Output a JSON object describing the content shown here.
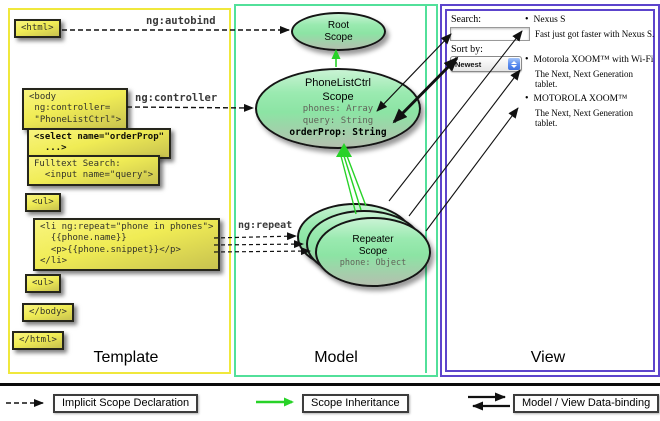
{
  "sections": {
    "template_label": "Template",
    "model_label": "Model",
    "view_label": "View"
  },
  "template_code": {
    "html_open": "<html>",
    "body_open": "<body\n ng:controller=\n \"PhoneListCtrl\">",
    "select": "<select name=\"orderProp\"\n  ...>",
    "fulltext": "Fulltext Search:\n  <input name=\"query\">",
    "ul_open": "<ul>",
    "li_repeat": "<li ng:repeat=\"phone in phones\">\n  {{phone.name}}\n  <p>{{phone.snippet}}</p>\n</li>",
    "ul_second": "<ul>",
    "body_close": "</body>",
    "html_close": "</html>"
  },
  "annotations": {
    "autobind": "ng:autobind",
    "controller": "ng:controller",
    "repeat": "ng:repeat"
  },
  "scopes": {
    "root": {
      "title": "Root\nScope"
    },
    "phonelist": {
      "title": "PhoneListCtrl\nScope",
      "prop1": "phones: Array",
      "prop2": "query: String",
      "prop3": "orderProp: String"
    },
    "repeater": {
      "title": "Repeater\nScope",
      "prop": "phone: Object"
    }
  },
  "view": {
    "search_label": "Search:",
    "search_value": "",
    "sort_label": "Sort by:",
    "sort_value": "Newest",
    "items": [
      {
        "title": "Nexus S",
        "desc": "Fast just got faster with Nexus S."
      },
      {
        "title": "Motorola XOOM™ with Wi-Fi",
        "desc": "The Next, Next Generation tablet."
      },
      {
        "title": "MOTOROLA XOOM™",
        "desc": "The Next, Next Generation tablet."
      }
    ]
  },
  "legend": {
    "implicit": "Implicit Scope Declaration",
    "inheritance": "Scope Inheritance",
    "databinding": "Model / View Data-binding"
  },
  "colors": {
    "template_border": "#f0e83c",
    "model_border": "#52e09a",
    "view_border": "#5c44cc",
    "scope_fill_top": "#c9f3d4",
    "scope_fill_mid": "#8ce4a4",
    "code_box_fill": "#f0ec55",
    "inheritance_arrow": "#28d228",
    "arrow_black": "#111111"
  }
}
